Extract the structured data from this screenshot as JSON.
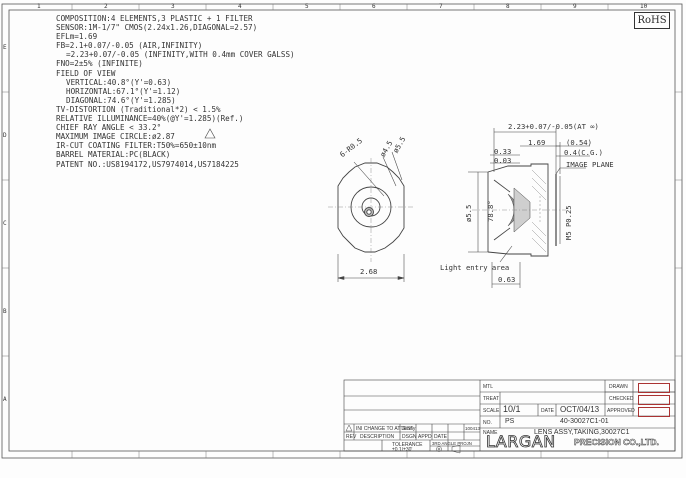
{
  "border": {
    "top_numbers": [
      "1",
      "2",
      "3",
      "4",
      "5",
      "6",
      "7",
      "8",
      "9",
      "10"
    ],
    "side_letters": [
      "E",
      "D",
      "C",
      "B",
      "A"
    ]
  },
  "rohs_label": "RoHS",
  "spec": {
    "lines": [
      "COMPOSITION:4 ELEMENTS,3 PLASTIC + 1 FILTER",
      "SENSOR:1M-1/7\" CMOS(2.24x1.26,DIAGONAL=2.57)",
      "EFLm=1.69",
      "FB=2.1+0.07/-0.05 (AIR,INFINITY)",
      "=2.23+0.07/-0.05 (INFINITY,WITH 0.4mm COVER GALSS)",
      "FNO=2±5% (INFINITE)",
      "FIELD OF VIEW",
      "VERTICAL:40.8°(Y'=0.63)",
      "HORIZONTAL:67.1°(Y'=1.12)",
      "DIAGONAL:74.6°(Y'=1.285)",
      "TV-DISTORTION (Traditional*2) < 1.5%",
      "RELATIVE ILLUMINANCE=40%(@Y'=1.285)(Ref.)",
      "CHIEF RAY ANGLE < 33.2°",
      "MAXIMUM IMAGE CIRCLE:ø2.87",
      "IR-CUT COATING FILTER:T50%=650±10nm",
      "BARREL MATERIAL:PC(BLACK)",
      "PATENT NO.:US8194172,US7974014,US7184225"
    ]
  },
  "front_view": {
    "dim_radius": "6-R0.5",
    "dim_d1": "ø4.5",
    "dim_d2": "ø5.5",
    "dim_width": "2.68"
  },
  "side_view": {
    "dim_fb": "2.23+0.07/-0.05(AT ∞)",
    "dim_169": "1.69",
    "dim_054": "(0.54)",
    "dim_033": "0.33",
    "dim_003": "0.03",
    "dim_cg": "0.4(C.G.)",
    "image_plane": "IMAGE PLANE",
    "dim_dia": "ø5.5",
    "dim_angle": "78.8°",
    "dim_thread": "M5 P0.25",
    "light_entry": "Light entry area",
    "dim_063": "0.63"
  },
  "title_block": {
    "mtl_label": "MTL",
    "treat_label": "TREAT",
    "scale_label": "SCALE",
    "scale_value": "10/1",
    "date_label": "DATE",
    "date_value": "OCT/04/13",
    "no_label": "NO.",
    "no_value": "PS",
    "part_number": "40-30027C1-01",
    "name_label": "NAME",
    "name_value": "LENS ASSY,TAKING,30027C1",
    "drawn_label": "DRAWN",
    "checked_label": "CHECKED",
    "approved_label": "APPROVED",
    "rev_note": "INI CHANGE TO ATTEST",
    "rev_by": "Jenny",
    "rev_date": "100413",
    "rev_label": "REV",
    "desc_label": "DESCRIPTION",
    "dsgn_label": "DSGN",
    "appd_label": "APPD",
    "date_col_label": "DATE",
    "tolerance_label": "TOLERANCE",
    "tolerance_value": "±0.1/±30'",
    "projection": "3RD ANGLE PROJN",
    "company_logo": "LARGAN",
    "company_suffix": "PRECISION CO.,LTD."
  }
}
